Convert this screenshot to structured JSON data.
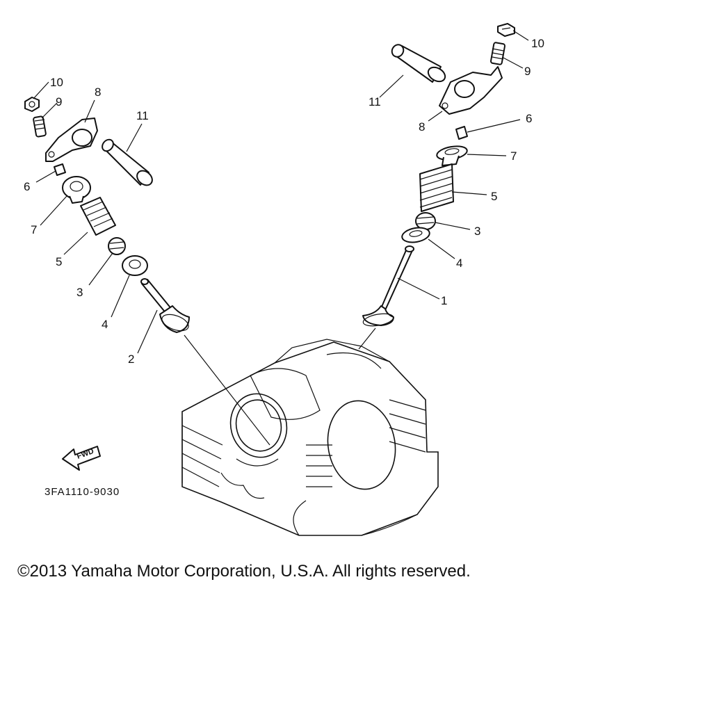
{
  "callouts": {
    "right_10": "10",
    "right_9": "9",
    "right_11": "11",
    "right_8": "8",
    "right_6": "6",
    "right_7": "7",
    "right_5": "5",
    "right_3": "3",
    "right_4": "4",
    "right_1": "1",
    "left_10": "10",
    "left_9": "9",
    "left_8": "8",
    "left_11": "11",
    "left_6": "6",
    "left_7": "7",
    "left_5": "5",
    "left_3": "3",
    "left_4": "4",
    "left_2": "2"
  },
  "direction_label": "FWD",
  "diagram_code": "3FA1110-9030",
  "copyright": "©2013 Yamaha Motor Corporation, U.S.A. All rights reserved."
}
